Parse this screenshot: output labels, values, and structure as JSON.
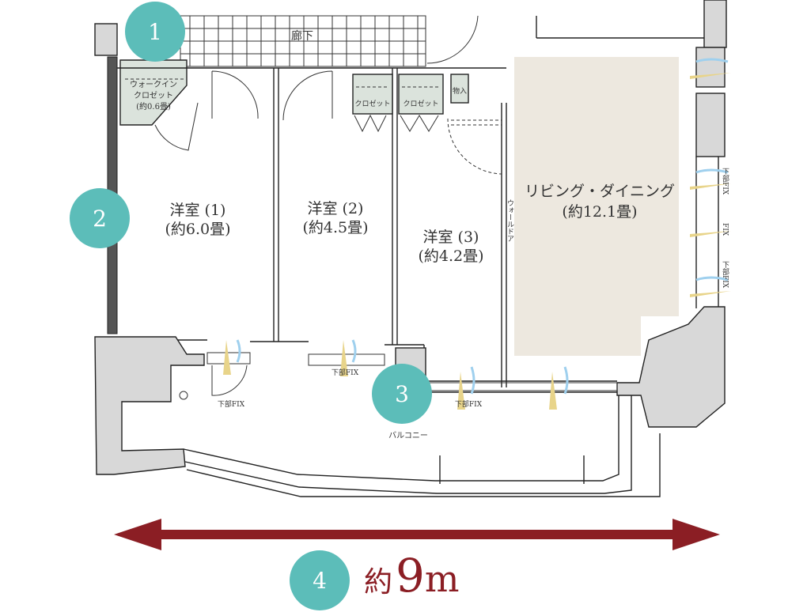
{
  "rooms": {
    "corridor": "廊下",
    "wic_line1": "ウォークイン",
    "wic_line2": "クロゼット",
    "wic_line3": "(約0.6畳)",
    "closet_a": "クロゼット",
    "closet_b": "クロゼット",
    "storage": "物入",
    "room1_name": "洋室 (1)",
    "room1_size": "(約6.0畳)",
    "room2_name": "洋室 (2)",
    "room2_size": "(約4.5畳)",
    "room3_name": "洋室 (3)",
    "room3_size": "(約4.2畳)",
    "living_name": "リビング・ダイニング",
    "living_size": "(約12.1畳)",
    "wall_door": "ウォールドア",
    "balcony": "バルコニー"
  },
  "window_labels": {
    "fix_a": "下部FIX",
    "fix_b": "下部FIX",
    "fix_c": "下部FIX",
    "east_1": "下部FIX",
    "east_2": "FIX",
    "east_3": "下部FIX"
  },
  "badges": [
    "1",
    "2",
    "3",
    "4"
  ],
  "scale": {
    "prefix": "約",
    "number": "9",
    "unit": "m"
  },
  "colors": {
    "badge": "#5cbdb9",
    "arrow": "#8b1e24",
    "living_fill": "#ede8df",
    "wall_fill": "#d8d8d8",
    "airflow_warm": "#e8d48a",
    "airflow_cool": "#9fd0ee"
  }
}
